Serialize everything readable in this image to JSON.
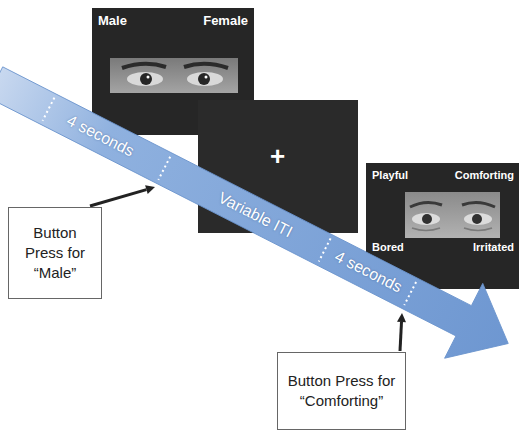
{
  "diagram": {
    "nodes": [
      {
        "text": [
          "Male",
          "Female"
        ]
      },
      {
        "text": [
          "+"
        ]
      },
      {
        "text": [
          "Playful",
          "Comforting",
          "Bored",
          "Irritated"
        ]
      },
      {
        "text": [
          "Button Press for “Male”"
        ]
      },
      {
        "text": [
          "Button Press for “Comforting”"
        ]
      }
    ],
    "labels": [
      "4 seconds",
      "Variable ITI",
      "4 seconds"
    ]
  }
}
